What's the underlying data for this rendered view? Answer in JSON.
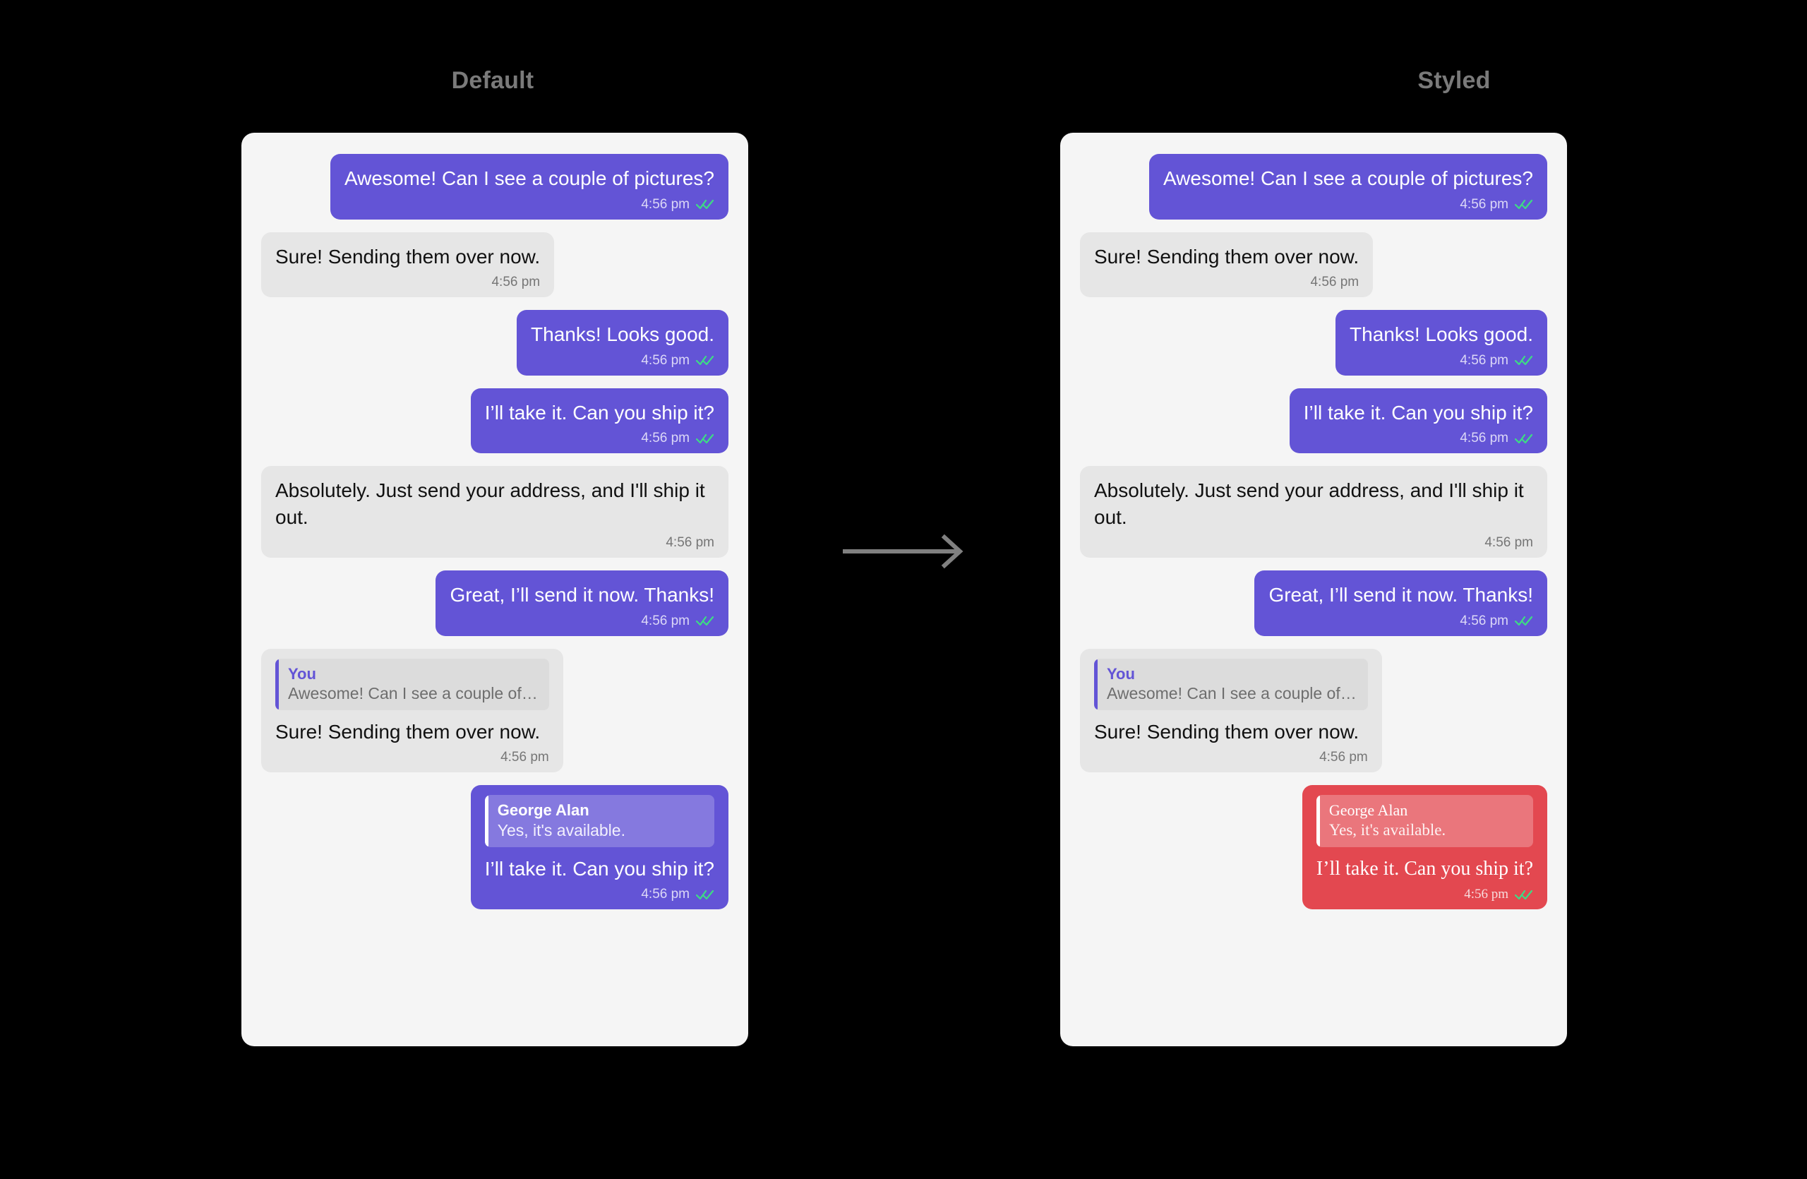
{
  "colors": {
    "background": "#000000",
    "panel": "#f5f5f5",
    "outgoing_bubble": "#6354d6",
    "incoming_bubble": "#e6e6e6",
    "accent_bubble": "#e34850",
    "tick_green": "#3ddc84",
    "heading_text": "#7a7a7a",
    "quote_bar_purple": "#6354d6"
  },
  "headings": {
    "left": "Default",
    "right": "Styled"
  },
  "transform_arrow": {
    "name": "arrow-right-icon",
    "color": "#808080"
  },
  "icons": {
    "read_receipt": "double-check-icon"
  },
  "panels": [
    {
      "id": "default",
      "heading": "Default",
      "messages": [
        {
          "direction": "out",
          "style": "default",
          "text": "Awesome! Can I see a couple of pictures?",
          "time": "4:56 pm",
          "read": true
        },
        {
          "direction": "in",
          "style": "default",
          "text": "Sure! Sending them over now.",
          "time": "4:56 pm",
          "read": false
        },
        {
          "direction": "out",
          "style": "default",
          "text": "Thanks! Looks good.",
          "time": "4:56 pm",
          "read": true
        },
        {
          "direction": "out",
          "style": "default",
          "text": "I’ll take it. Can you ship it?",
          "time": "4:56 pm",
          "read": true
        },
        {
          "direction": "in",
          "style": "default",
          "text": "Absolutely. Just send your address, and I'll ship it out.",
          "time": "4:56 pm",
          "read": false
        },
        {
          "direction": "out",
          "style": "default",
          "text": "Great, I’ll send it now. Thanks!",
          "time": "4:56 pm",
          "read": true
        },
        {
          "direction": "in",
          "style": "default",
          "quote": {
            "name": "You",
            "preview": "Awesome! Can I see a couple of…"
          },
          "text": "Sure! Sending them over now.",
          "time": "4:56 pm",
          "read": false
        },
        {
          "direction": "out",
          "style": "default",
          "quote": {
            "name": "George Alan",
            "preview": "Yes, it's available."
          },
          "text": "I’ll take it. Can you ship it?",
          "time": "4:56 pm",
          "read": true
        }
      ]
    },
    {
      "id": "styled",
      "heading": "Styled",
      "messages": [
        {
          "direction": "out",
          "style": "default",
          "text": "Awesome! Can I see a couple of pictures?",
          "time": "4:56 pm",
          "read": true
        },
        {
          "direction": "in",
          "style": "default",
          "text": "Sure! Sending them over now.",
          "time": "4:56 pm",
          "read": false
        },
        {
          "direction": "out",
          "style": "default",
          "text": "Thanks! Looks good.",
          "time": "4:56 pm",
          "read": true
        },
        {
          "direction": "out",
          "style": "default",
          "text": "I’ll take it. Can you ship it?",
          "time": "4:56 pm",
          "read": true
        },
        {
          "direction": "in",
          "style": "default",
          "text": "Absolutely. Just send your address, and I'll ship it out.",
          "time": "4:56 pm",
          "read": false
        },
        {
          "direction": "out",
          "style": "default",
          "text": "Great, I’ll send it now. Thanks!",
          "time": "4:56 pm",
          "read": true
        },
        {
          "direction": "in",
          "style": "default",
          "quote": {
            "name": "You",
            "preview": "Awesome! Can I see a couple of…"
          },
          "text": "Sure! Sending them over now.",
          "time": "4:56 pm",
          "read": false
        },
        {
          "direction": "out",
          "style": "accent",
          "quote": {
            "name": "George Alan",
            "preview": "Yes, it's available."
          },
          "text": "I’ll take it. Can you ship it?",
          "time": "4:56 pm",
          "read": true
        }
      ]
    }
  ]
}
